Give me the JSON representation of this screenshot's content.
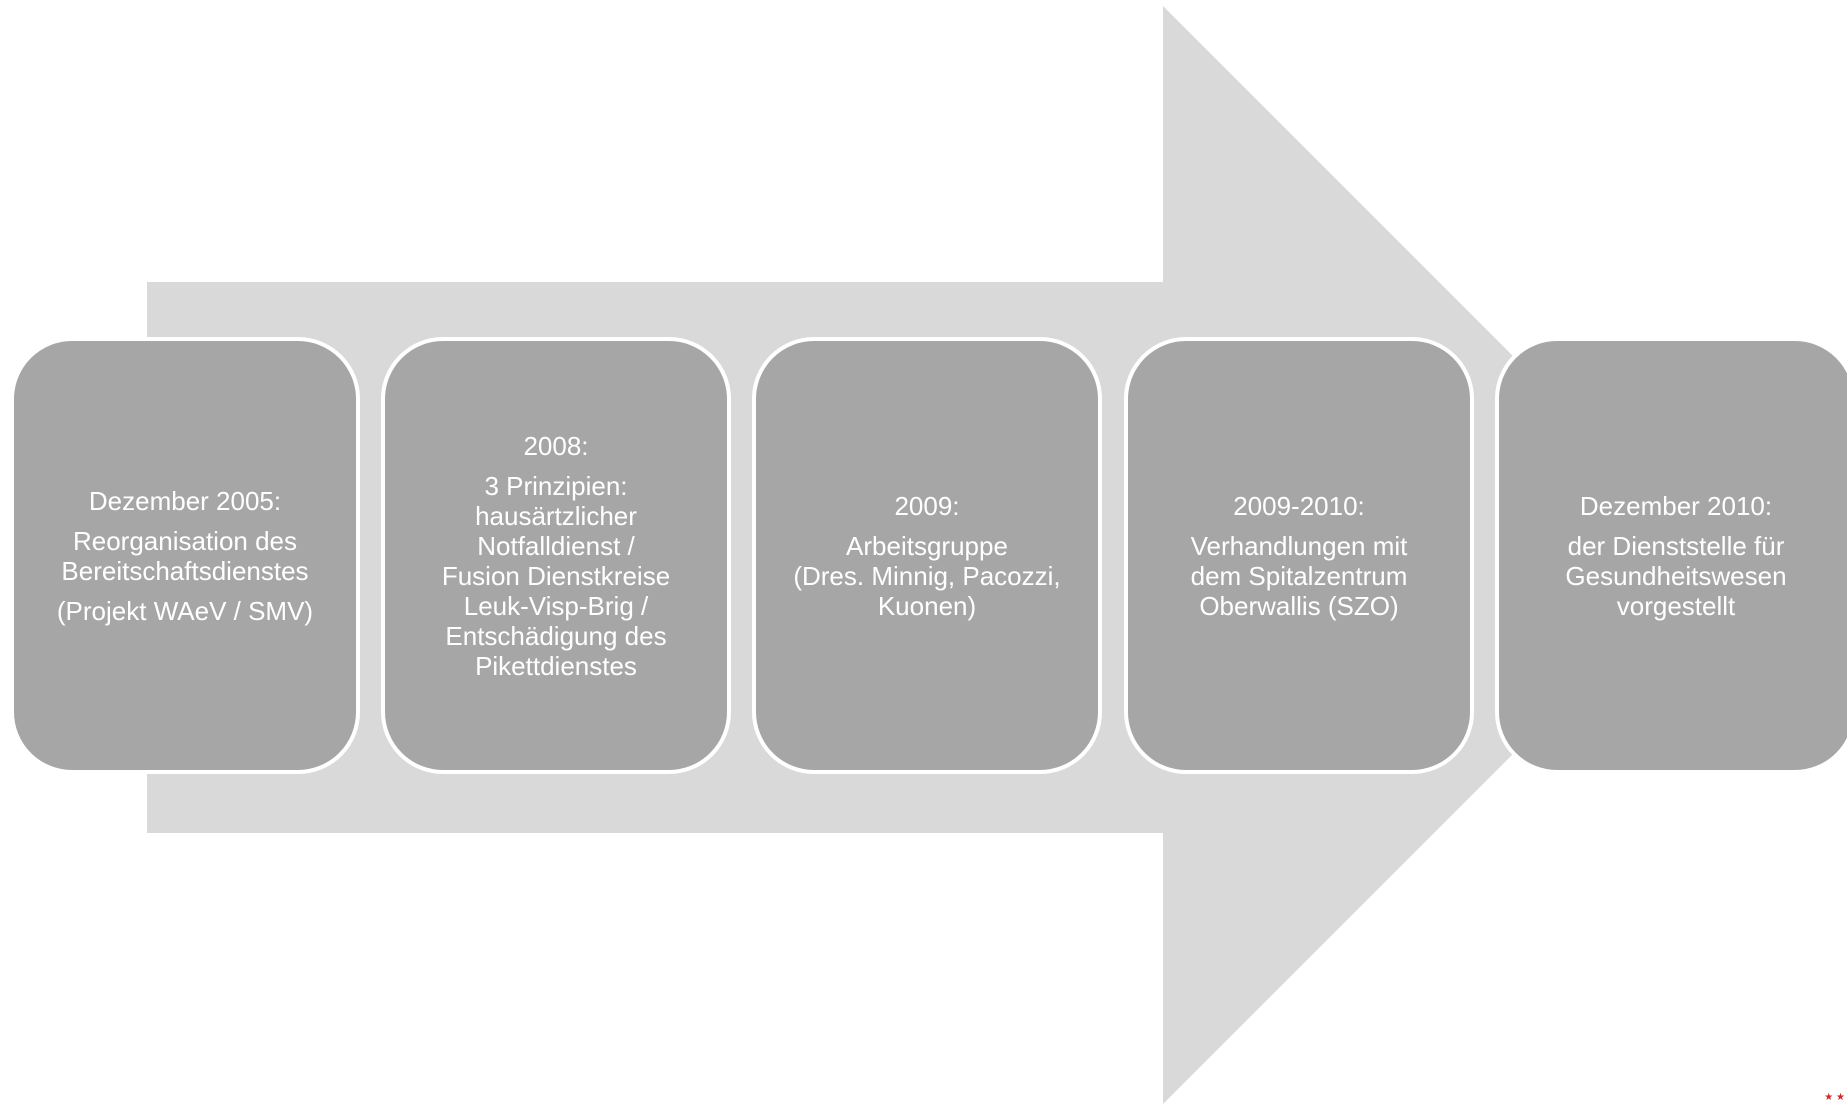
{
  "colors": {
    "arrow": "#d9d9d9",
    "box": "#a6a6a6",
    "box_border": "#ffffff",
    "text": "#ffffff",
    "corner_marks": "#d12a2a"
  },
  "steps": [
    {
      "heading": "Dezember 2005:",
      "lines": [
        "Reorganisation des",
        "Bereitschaftsdienstes"
      ],
      "extra": "(Projekt WAeV / SMV)"
    },
    {
      "heading": "2008:",
      "lines": [
        "3 Prinzipien:",
        "hausärtzlicher",
        "Notfalldienst /",
        "Fusion Dienstkreise",
        "Leuk-Visp-Brig /",
        "Entschädigung des",
        "Pikettdienstes"
      ]
    },
    {
      "heading": "2009:",
      "lines": [
        "Arbeitsgruppe",
        "(Dres. Minnig, Pacozzi,",
        "Kuonen)"
      ]
    },
    {
      "heading": "2009-2010:",
      "lines": [
        "Verhandlungen mit",
        "dem Spitalzentrum",
        "Oberwallis (SZO)"
      ]
    },
    {
      "heading": "Dezember 2010:",
      "lines": [
        "der Dienststelle für",
        "Gesundheitswesen",
        "vorgestellt"
      ]
    }
  ],
  "corner_marks": {
    "top": "★",
    "bottom": "★"
  }
}
